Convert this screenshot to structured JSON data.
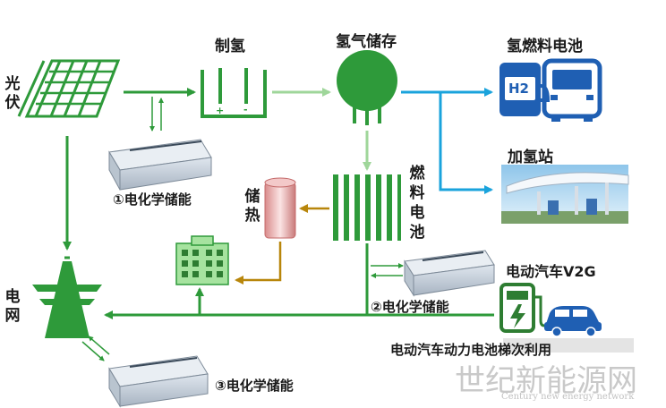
{
  "labels": {
    "pv": "光伏",
    "electrolysis": "制氢",
    "h2_storage": "氢气储存",
    "h2_vehicle": "氢燃料电池",
    "station": "加氢站",
    "fuel_cell": "燃料电池",
    "heat_storage": "储热",
    "storage1": "①电化学储能",
    "storage2": "②电化学储能",
    "storage3": "③电化学储能",
    "grid": "电网",
    "v2g": "电动汽车V2G",
    "battery_reuse": "电动汽车动力电池梯次利用",
    "h2_badge": "H2",
    "fc_chars": [
      "燃",
      "料",
      "电",
      "池"
    ]
  },
  "watermark": {
    "main": "世纪新能源网",
    "sub": "Century new energy network"
  },
  "colors": {
    "green": "#2e9a3a",
    "light_green": "#9fd69a",
    "blue": "#1aa3dc",
    "brown": "#b8860b",
    "dark_green": "#2e7d32"
  }
}
